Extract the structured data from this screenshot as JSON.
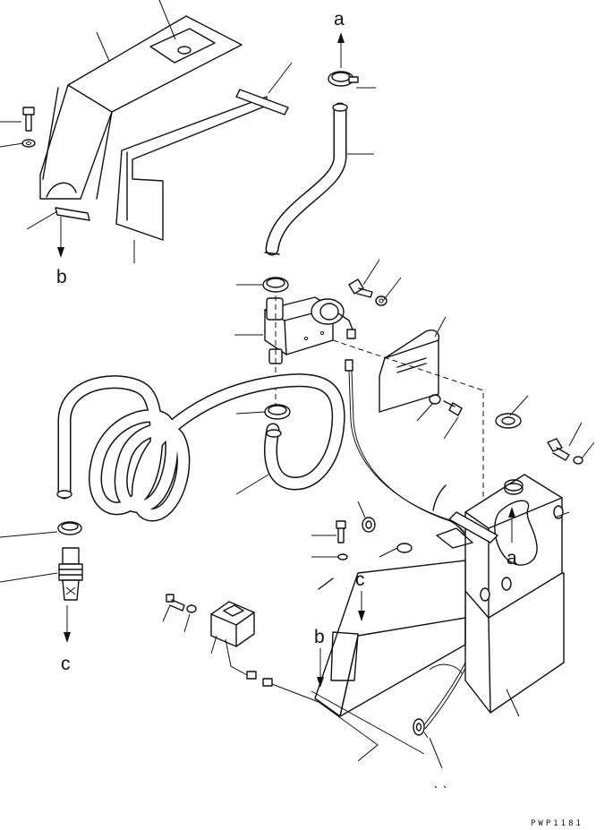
{
  "diagram": {
    "drawing_code": "PWP1181",
    "ref_labels": {
      "a_top": "a",
      "a_tank": "a",
      "b_left": "b",
      "b_tank": "b",
      "c_left": "c",
      "c_tank": "c"
    }
  }
}
